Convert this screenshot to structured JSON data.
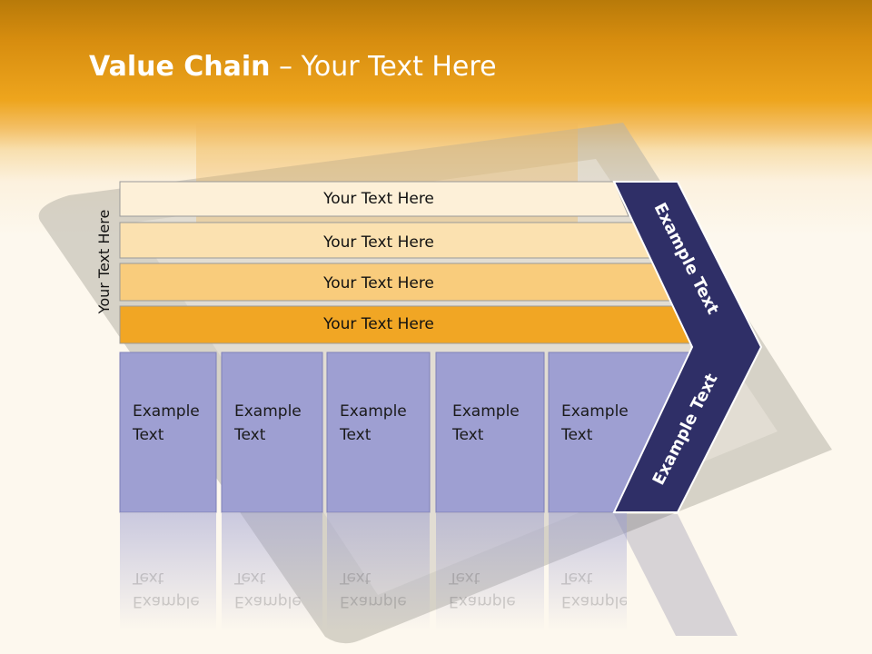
{
  "title": {
    "bold": "Value Chain",
    "rest": " – Your Text Here"
  },
  "side_label": "Your Text Here",
  "support_activities": [
    {
      "label": "Your Text Here",
      "color": "#fdf0d8"
    },
    {
      "label": "Your Text Here",
      "color": "#fbe1b0"
    },
    {
      "label": "Your Text Here",
      "color": "#f9cc7c"
    },
    {
      "label": "Your Text Here",
      "color": "#f1a624"
    }
  ],
  "primary_activities": [
    {
      "line1": "Example",
      "line2": "Text"
    },
    {
      "line1": "Example",
      "line2": "Text"
    },
    {
      "line1": "Example",
      "line2": "Text"
    },
    {
      "line1": "Example",
      "line2": "Text"
    },
    {
      "line1": "Example",
      "line2": "Text"
    }
  ],
  "margin": {
    "upper": "Example Text",
    "lower": "Example Text"
  },
  "colors": {
    "accent": "#eea51d",
    "chevron": "#2f2f67",
    "primary_box": "#9e9fd2"
  }
}
